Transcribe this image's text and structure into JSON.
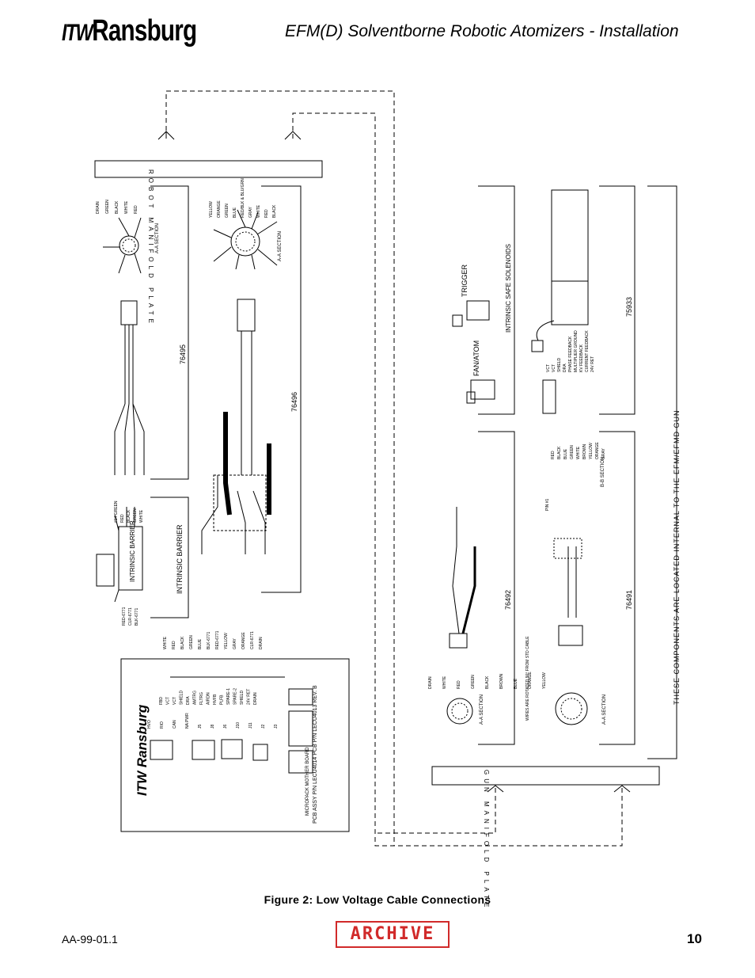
{
  "header": {
    "logo_prefix": "ITW",
    "logo_brand": "Ransburg",
    "title": "EFM(D) Solventborne Robotic Atomizers - Installation"
  },
  "diagram": {
    "robot_plate": "ROBOT MANIFOLD PLATE",
    "gun_plate": "GUN MANIFOLD PLATE",
    "cables": [
      "76495",
      "76496",
      "76492",
      "76491",
      "75933"
    ],
    "intrinsic_barrier": "INTRINSIC BARRIER",
    "barrier_box": "INTRINSIC BARRIER",
    "trigger": "TRIGGER",
    "fan_atom": "FAN/ATOM",
    "solenoids": "INTRINSIC SAFE SOLENOIDS",
    "internal_note": "THESE COMPONENTS ARE LOCATED INTERNAL TO THE EFM/EFMD GUN",
    "section_aa": "A-A SECTION",
    "section_bb": "B-B SECTION",
    "connector_76495_wires": [
      "DRAIN",
      "GREEN",
      "BLACK",
      "WHITE",
      "RED"
    ],
    "connector_76496_wires": [
      "YELLOW",
      "ORANGE",
      "GREEN",
      "BLUE",
      "RED/BLK & BLU/GRN",
      "GRAY",
      "WHITE",
      "RED",
      "BLACK"
    ],
    "barrier_outputs": [
      "#14 GREEN",
      "RED",
      "BLACK",
      "GREEN",
      "WHITE"
    ],
    "barrier_inputs": [
      "RED-6771",
      "CLR-6771",
      "BLK-6771"
    ],
    "pcb_labels": [
      "HVO",
      "RIO",
      "CAN",
      "NA PWR",
      "J5",
      "J8",
      "J6",
      "J10",
      "J11",
      "J2",
      "J3"
    ],
    "pcb_pins": [
      "FBD",
      "VCT",
      "VCT",
      "SHIELD",
      "DRA",
      "AMTRG",
      "FLTRG",
      "AIRDN",
      "HVFB",
      "PLFB",
      "SPARE-1",
      "SPARE-2",
      "SHIELD",
      "24V RET",
      "DRAIN"
    ],
    "pcb_wires": [
      "WHITE",
      "RED",
      "BLACK",
      "GREEN",
      "BLUE",
      "BLK-6771",
      "RED-6771",
      "YELLOW",
      "GRAY",
      "ORANGE",
      "CLR-6771",
      "DRAIN"
    ],
    "pcb_notes": [
      "PCB ASSY P/N LECU4014 PCB P/N LECU4013 REV. B",
      "MICROPACK MOTHER BOARD"
    ],
    "pcb_brand": "ITW Ransburg",
    "solenoid_pins": [
      "RED",
      "BLACK",
      "BLUE",
      "GREEN",
      "WHITE",
      "BROWN",
      "YELLOW",
      "ORANGE",
      "GRAY"
    ],
    "solenoid_labels": [
      "VCT",
      "VCT",
      "SHIELD",
      "DRA",
      "PHASE FEEDBACK",
      "MULTIPLIER GROUND",
      "KV FEEDBACK",
      "CURRENT FEEDBACK",
      "24V RET"
    ],
    "gun_conn_wires": [
      "DRAIN",
      "WHITE",
      "RED",
      "GREEN",
      "BLACK",
      "BROWN",
      "BLUE",
      "ORANGE",
      "YELLOW"
    ],
    "gun_note": "WIRES ARE ROTATED 90° FROM STD CABLE",
    "pin_label": "PIN #1"
  },
  "footer": {
    "caption": "Figure  2:   Low  Voltage  Cable  Connections",
    "doc_number": "AA-99-01.1",
    "archive": "ARCHIVE",
    "page": "10"
  }
}
